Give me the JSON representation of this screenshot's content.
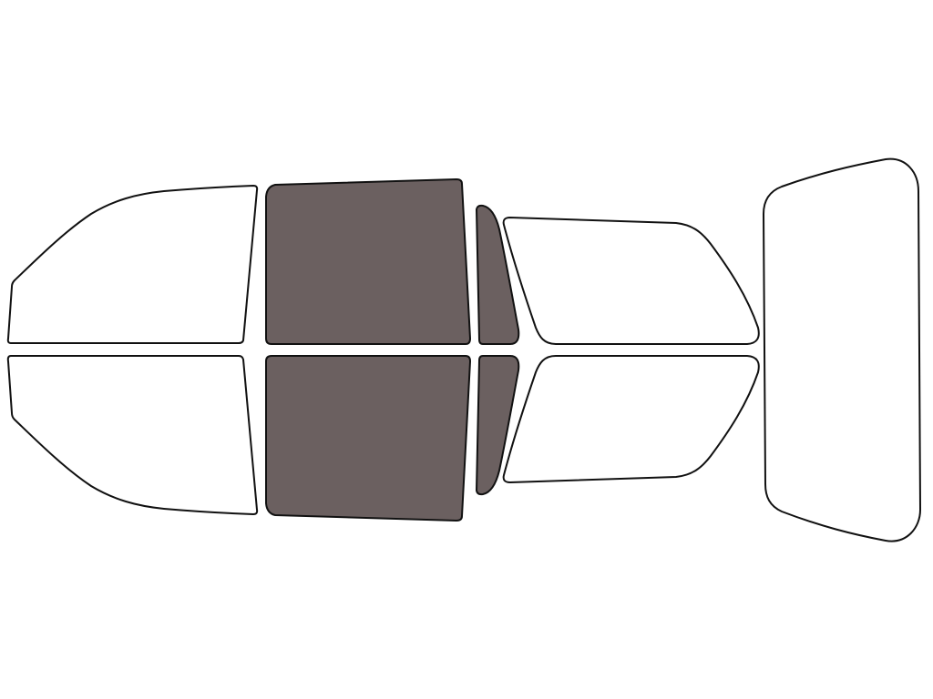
{
  "diagram": {
    "colors": {
      "background": "#ffffff",
      "outline": "#111111",
      "tinted": "#6b6060",
      "untinted": "#ffffff"
    },
    "panes": [
      {
        "id": "left-front-door-window",
        "tinted": false
      },
      {
        "id": "right-front-door-window",
        "tinted": false
      },
      {
        "id": "left-rear-door-window",
        "tinted": true
      },
      {
        "id": "right-rear-door-window",
        "tinted": true
      },
      {
        "id": "left-quarter-vent-window",
        "tinted": true
      },
      {
        "id": "right-quarter-vent-window",
        "tinted": true
      },
      {
        "id": "left-rear-quarter-window",
        "tinted": false
      },
      {
        "id": "right-rear-quarter-window",
        "tinted": false
      },
      {
        "id": "rear-windshield",
        "tinted": false
      }
    ]
  }
}
